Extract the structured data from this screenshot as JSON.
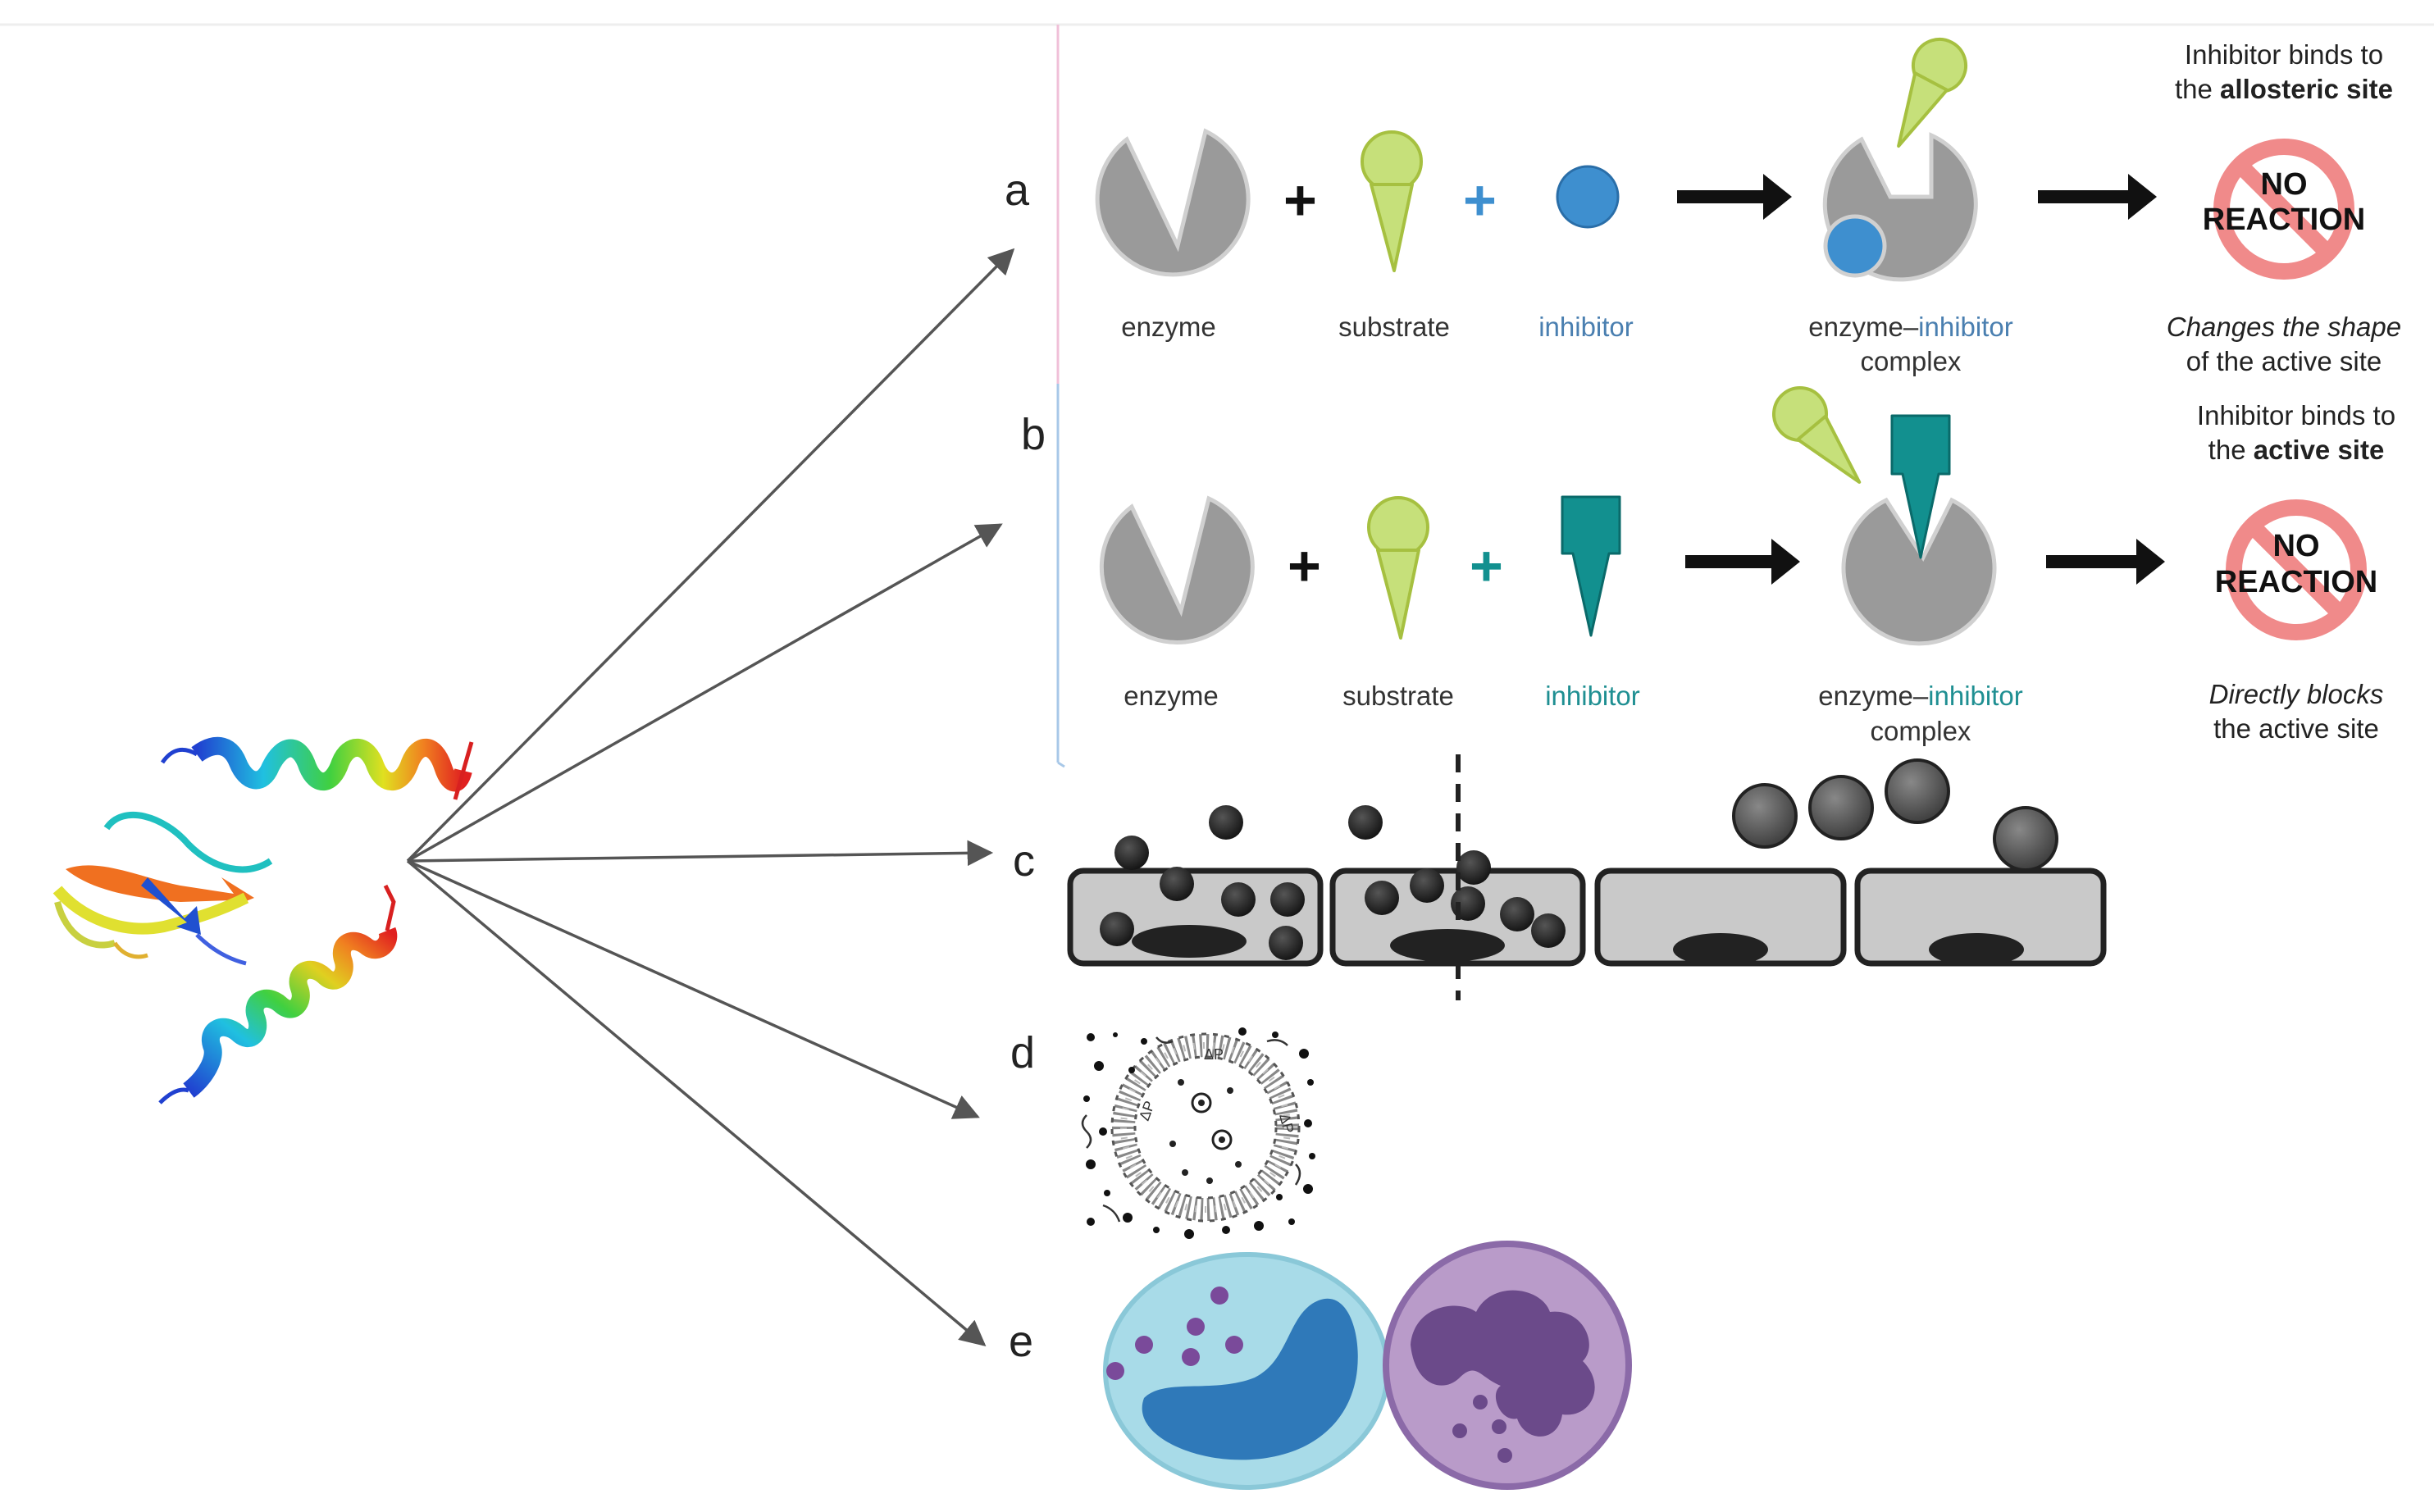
{
  "panels": {
    "a": {
      "letter": "a",
      "labels": {
        "enzyme": "enzyme",
        "substrate": "substrate",
        "inhibitor": "inhibitor",
        "complex_prefix": "enzyme",
        "complex_dash": "–",
        "complex_inhibitor": "inhibitor",
        "complex_line2": "complex"
      },
      "note_top_line1": "Inhibitor binds to",
      "note_top_line2_prefix": "the ",
      "note_top_line2_bold": "allosteric site",
      "sign_line1": "NO",
      "sign_line2": "REACTION",
      "note_bottom_line1": "Changes the shape",
      "note_bottom_line2": "of the active site"
    },
    "b": {
      "letter": "b",
      "labels": {
        "enzyme": "enzyme",
        "substrate": "substrate",
        "inhibitor": "inhibitor",
        "complex_prefix": "enzyme",
        "complex_dash": "–",
        "complex_inhibitor": "inhibitor",
        "complex_line2": "complex"
      },
      "note_top_line1": "Inhibitor binds to",
      "note_top_line2_prefix": "the ",
      "note_top_line2_bold": "active site",
      "sign_line1": "NO",
      "sign_line2": "REACTION",
      "note_bottom_line1_italic": "Directly blocks",
      "note_bottom_line2": "the active site"
    },
    "c": {
      "letter": "c"
    },
    "d": {
      "letter": "d",
      "membrane_marks": [
        "ΔP",
        "ΔP",
        "ΔP"
      ]
    },
    "e": {
      "letter": "e"
    }
  },
  "colors": {
    "enzyme": "#9a9a9a",
    "substrate": "#c6e07a",
    "inhibitor_a": "#3e8fcf",
    "inhibitor_b": "#12908f",
    "label_blue": "#4a7fb0",
    "label_teal": "#1f8f92",
    "no_sign": "#f08a8a",
    "arrow": "#555555",
    "cell_fill": "#c9c9c9",
    "cell1_fill": "#a8dbe8",
    "cell1_nucleus": "#2f79b9",
    "cell2_fill": "#b99bc9",
    "cell2_nucleus": "#6b4a8a",
    "granule": "#7a4a9a"
  }
}
